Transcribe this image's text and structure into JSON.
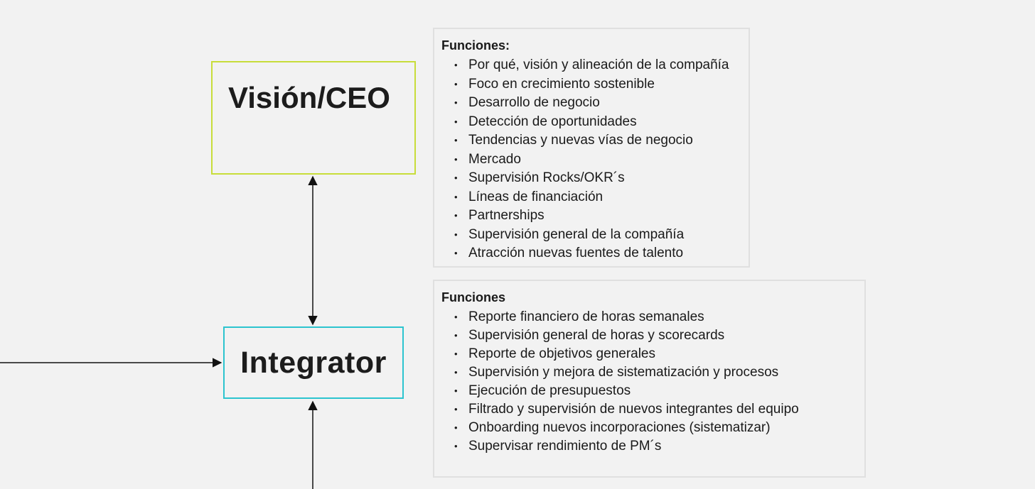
{
  "ceo": {
    "title": "Visión/CEO",
    "functions_title": "Funciones:",
    "functions": [
      "Por qué, visión y alineación de la compañía",
      "Foco en crecimiento sostenible",
      "Desarrollo de negocio",
      "Detección de oportunidades",
      "Tendencias y nuevas vías de negocio",
      "Mercado",
      "Supervisión Rocks/OKR´s",
      "Líneas de financiación",
      "Partnerships",
      "Supervisión general de la compañía",
      "Atracción nuevas fuentes de talento"
    ]
  },
  "integrator": {
    "title": "Integrator",
    "functions_title": "Funciones",
    "functions": [
      "Reporte financiero de horas semanales",
      "Supervisión general de horas y scorecards",
      "Reporte de objetivos generales",
      "Supervisión y mejora de sistematización y procesos",
      "Ejecución de presupuestos",
      "Filtrado y supervisión de nuevos integrantes del equipo",
      "Onboarding nuevos incorporaciones (sistematizar)",
      "Supervisar rendimiento de  PM´s"
    ]
  },
  "colors": {
    "ceo_border": "#c8dd3a",
    "integrator_border": "#2cc4cf",
    "panel_border": "#e0e0e0",
    "background": "#f2f2f2",
    "connector": "#111111"
  }
}
